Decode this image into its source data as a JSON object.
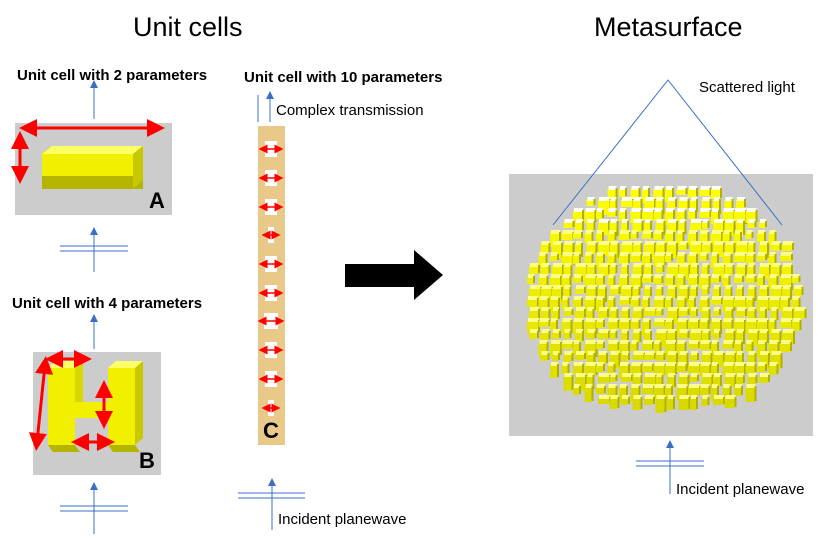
{
  "headings": {
    "unit_cells": "Unit cells",
    "metasurface": "Metasurface"
  },
  "unit_cell_a": {
    "title": "Unit cell with 2 parameters",
    "letter": "A"
  },
  "unit_cell_b": {
    "title": "Unit cell with 4 parameters",
    "letter": "B"
  },
  "unit_cell_c": {
    "title": "Unit cell with 10 parameters",
    "letter": "C",
    "output_label": "Complex transmission"
  },
  "incident_label": "Incident planewave",
  "scattered_label": "Scattered light",
  "colors": {
    "background_panel": "#cccccc",
    "structure": "#e8e800",
    "arrow_red": "#ff0000",
    "wave_line": "#3a6fc4",
    "bar_tan": "#e8c98a",
    "big_arrow": "#000000"
  }
}
